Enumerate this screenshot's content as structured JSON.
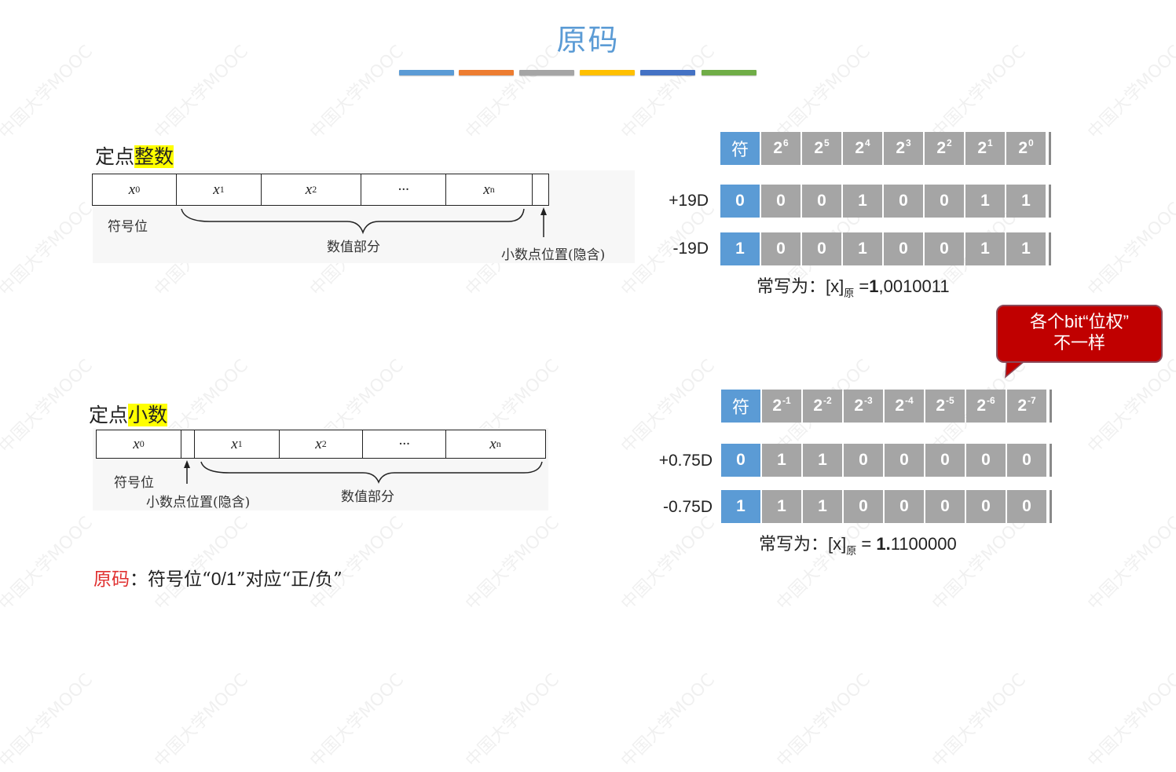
{
  "slide": {
    "title": "原码",
    "color_bars": [
      "#5b9bd5",
      "#ed7d31",
      "#a5a5a5",
      "#ffc000",
      "#4472c4",
      "#70ad47"
    ],
    "watermark": "中国大学MOOC"
  },
  "integer_section": {
    "heading_prefix": "定点",
    "heading_highlight": "整数",
    "register_cells": [
      {
        "var": "x",
        "sub": "0"
      },
      {
        "var": "x",
        "sub": "1"
      },
      {
        "var": "x",
        "sub": "2"
      },
      {
        "var": "···",
        "sub": ""
      },
      {
        "var": "x",
        "sub": "n"
      },
      {
        "var": "",
        "sub": ""
      }
    ],
    "sign_label": "符号位",
    "value_label": "数值部分",
    "point_label": "小数点位置(隐含)"
  },
  "fraction_section": {
    "heading_prefix": "定点",
    "heading_highlight": "小数",
    "register_cells": [
      {
        "var": "x",
        "sub": "0"
      },
      {
        "var": "",
        "sub": ""
      },
      {
        "var": "x",
        "sub": "1"
      },
      {
        "var": "x",
        "sub": "2"
      },
      {
        "var": "···",
        "sub": ""
      },
      {
        "var": "x",
        "sub": "n"
      }
    ],
    "sign_label": "符号位",
    "value_label": "数值部分",
    "point_label": "小数点位置(隐含)"
  },
  "integer_table": {
    "header": {
      "sign": "符",
      "weights": [
        {
          "base": "2",
          "exp": "6"
        },
        {
          "base": "2",
          "exp": "5"
        },
        {
          "base": "2",
          "exp": "4"
        },
        {
          "base": "2",
          "exp": "3"
        },
        {
          "base": "2",
          "exp": "2"
        },
        {
          "base": "2",
          "exp": "1"
        },
        {
          "base": "2",
          "exp": "0"
        }
      ]
    },
    "rows": [
      {
        "label": "+19D",
        "bits": [
          "0",
          "0",
          "0",
          "1",
          "0",
          "0",
          "1",
          "1"
        ]
      },
      {
        "label": "-19D",
        "bits": [
          "1",
          "0",
          "0",
          "1",
          "0",
          "0",
          "1",
          "1"
        ]
      }
    ],
    "written": {
      "prefix": "常写为：",
      "x": "[x]",
      "sub": "原",
      "eq": " =",
      "sign": "1",
      "rest": ",0010011"
    }
  },
  "fraction_table": {
    "header": {
      "sign": "符",
      "weights": [
        {
          "base": "2",
          "exp": "-1"
        },
        {
          "base": "2",
          "exp": "-2"
        },
        {
          "base": "2",
          "exp": "-3"
        },
        {
          "base": "2",
          "exp": "-4"
        },
        {
          "base": "2",
          "exp": "-5"
        },
        {
          "base": "2",
          "exp": "-6"
        },
        {
          "base": "2",
          "exp": "-7"
        }
      ]
    },
    "rows": [
      {
        "label": "+0.75D",
        "bits": [
          "0",
          "1",
          "1",
          "0",
          "0",
          "0",
          "0",
          "0"
        ]
      },
      {
        "label": "-0.75D",
        "bits": [
          "1",
          "1",
          "1",
          "0",
          "0",
          "0",
          "0",
          "0"
        ]
      }
    ],
    "written": {
      "prefix": "常写为：",
      "x": "[x]",
      "sub": "原",
      "eq": " = ",
      "sign": "1.",
      "rest": "1100000"
    }
  },
  "callout": {
    "line1": "各个bit“位权”",
    "line2": "不一样",
    "color": "#c00000"
  },
  "footer": {
    "term": "原码",
    "text_a": "：符号位“",
    "code": "0/1",
    "text_b": "”对应“",
    "meaning": "正/负",
    "text_c": "”"
  }
}
